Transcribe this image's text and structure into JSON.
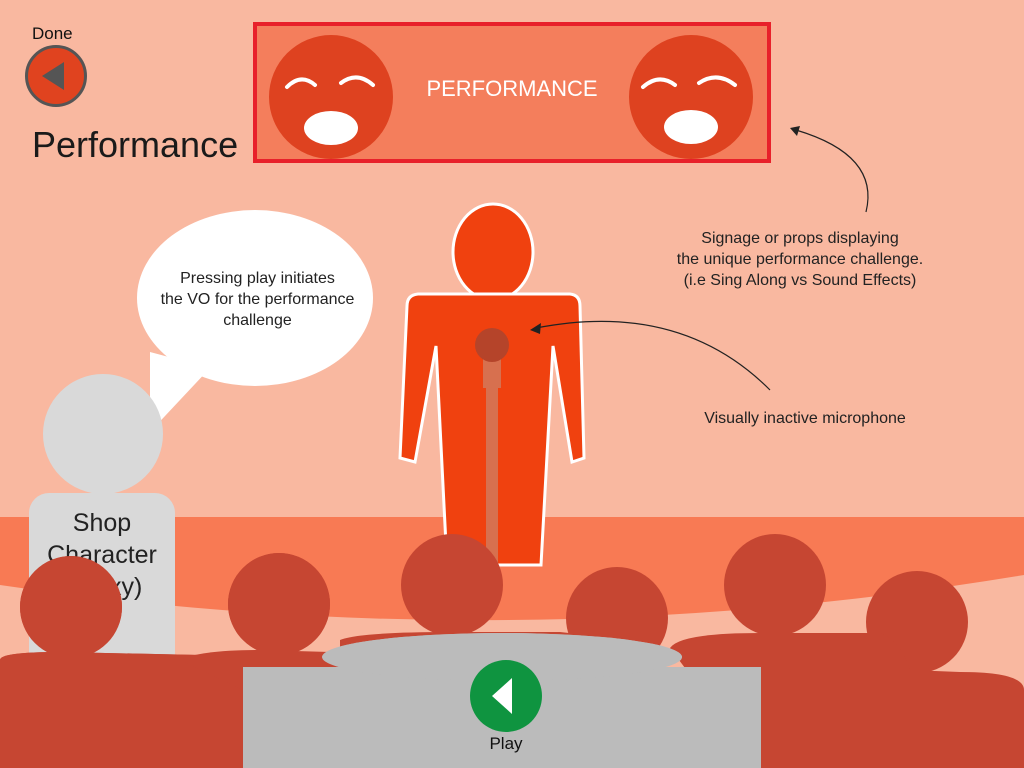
{
  "header": {
    "done_label": "Done",
    "back_icon": "back-arrow-icon",
    "page_title": "Performance"
  },
  "sign": {
    "text": "PERFORMANCE",
    "face_icon": "singing-face-icon",
    "border_color": "#e8202a",
    "fill_color": "#f47e5c"
  },
  "annotations": {
    "sign_note": [
      "Signage or props displaying",
      "the unique performance challenge.",
      "(i.e Sing Along vs Sound Effects)"
    ],
    "mic_note": "Visually inactive microphone"
  },
  "shop_character": {
    "bubble_lines": [
      "Pressing play initiates",
      "the VO for the performance",
      "challenge"
    ],
    "label_lines": [
      "Shop",
      "Character",
      "(Proxy)"
    ]
  },
  "controls": {
    "play_label": "Play",
    "play_icon": "play-arrow-icon",
    "play_color": "#0f9440"
  },
  "colors": {
    "background": "#f9b8a0",
    "stage": "#f87a54",
    "performer": "#f0410f",
    "audience": "#c64632"
  }
}
